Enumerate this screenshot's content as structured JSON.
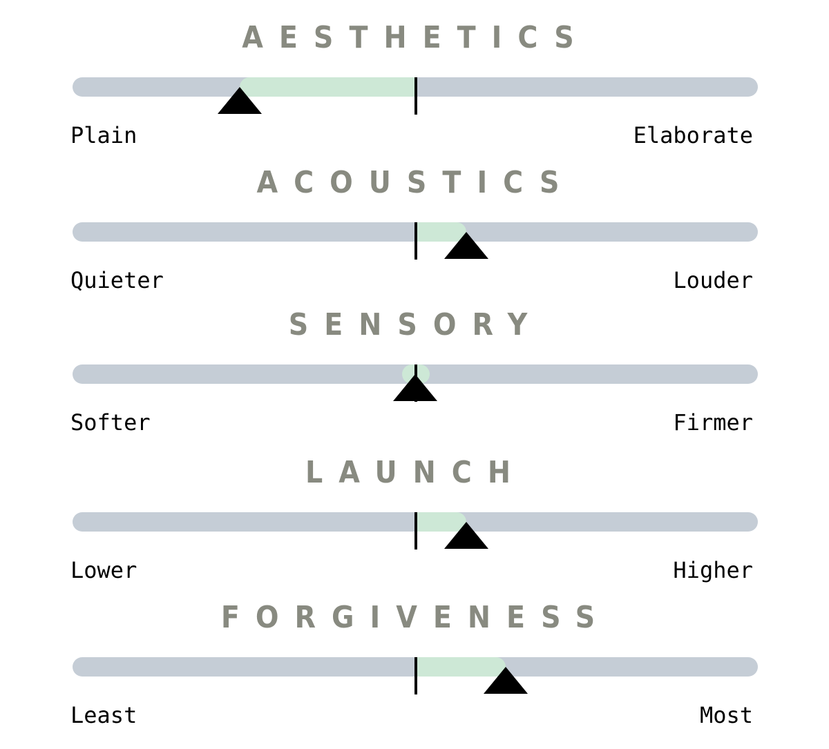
{
  "colors": {
    "track": "#c5cdd6",
    "fill": "#cde8d6",
    "title": "#888a80",
    "marker": "#000000"
  },
  "sliders": [
    {
      "title": "AESTHETICS",
      "left_label": "Plain",
      "right_label": "Elaborate",
      "value": 0.244
    },
    {
      "title": "ACOUSTICS",
      "left_label": "Quieter",
      "right_label": "Louder",
      "value": 0.575
    },
    {
      "title": "SENSORY",
      "left_label": "Softer",
      "right_label": "Firmer",
      "value": 0.5
    },
    {
      "title": "LAUNCH",
      "left_label": "Lower",
      "right_label": "Higher",
      "value": 0.575
    },
    {
      "title": "FORGIVENESS",
      "left_label": "Least",
      "right_label": "Most",
      "value": 0.632
    }
  ]
}
